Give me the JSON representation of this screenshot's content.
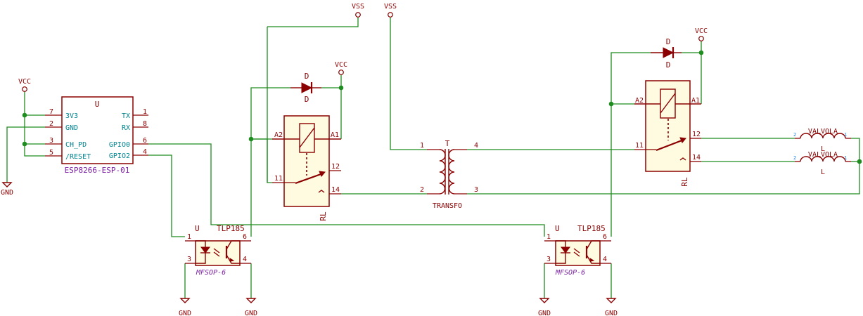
{
  "power": {
    "vcc": "VCC",
    "vss": "VSS",
    "gnd": "GND"
  },
  "esp": {
    "ref": "U",
    "value": "ESP8266-ESP-01",
    "left_pins": [
      {
        "num": "7",
        "name": "3V3"
      },
      {
        "num": "2",
        "name": "GND"
      },
      {
        "num": "3",
        "name": "CH_PD"
      },
      {
        "num": "5",
        "name": "/RESET"
      }
    ],
    "right_pins": [
      {
        "num": "1",
        "name": "TX"
      },
      {
        "num": "8",
        "name": "RX"
      },
      {
        "num": "6",
        "name": "GPIO0"
      },
      {
        "num": "4",
        "name": "GPIO2"
      }
    ]
  },
  "diode": {
    "ref": "D",
    "value": "D"
  },
  "relay": {
    "ref": "RL",
    "pins": {
      "a2": "A2",
      "a1": "A1",
      "p11": "11",
      "p12": "12",
      "p14": "14"
    }
  },
  "transformer": {
    "ref": "T",
    "value": "TRANSFO",
    "pins": {
      "p1": "1",
      "p2": "2",
      "p3": "3",
      "p4": "4"
    }
  },
  "opto": {
    "ref": "U",
    "value": "TLP185",
    "footprint": "MFSOP-6",
    "pins": {
      "p1": "1",
      "p3": "3",
      "p4": "4",
      "p6": "6"
    }
  },
  "valve": {
    "ref": "VALVOLA",
    "value": "L",
    "pin_left": "2",
    "pin_right": "1"
  }
}
